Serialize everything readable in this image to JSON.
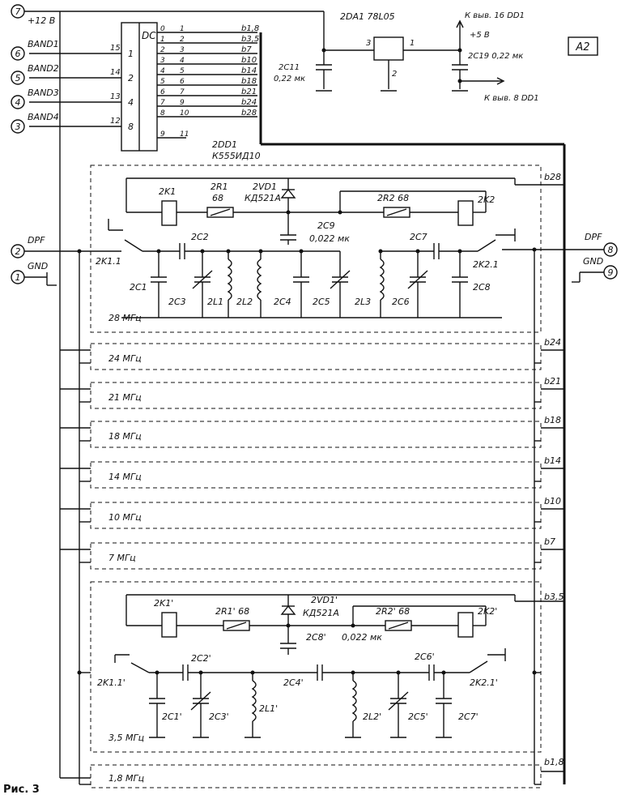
{
  "figure_label": "Рис. 3",
  "board_label": "A2",
  "connectors": [
    {
      "num": "7",
      "label": "+12 В"
    },
    {
      "num": "6",
      "label": "BAND1"
    },
    {
      "num": "5",
      "label": "BAND2"
    },
    {
      "num": "4",
      "label": "BAND3"
    },
    {
      "num": "3",
      "label": "BAND4"
    },
    {
      "num": "2",
      "label": "DPF"
    },
    {
      "num": "1",
      "label": "GND"
    },
    {
      "num": "8",
      "label": "DPF"
    },
    {
      "num": "9",
      "label": "GND"
    }
  ],
  "decoder": {
    "title": "DC",
    "name": "2DD1",
    "part": "К555ИД10",
    "in_pins": [
      "15",
      "14",
      "13",
      "12"
    ],
    "in_weights": [
      "1",
      "2",
      "4",
      "8"
    ],
    "out_idx": [
      "0",
      "1",
      "2",
      "3",
      "4",
      "5",
      "6",
      "7",
      "8",
      "9"
    ],
    "out_pins": [
      "1",
      "2",
      "3",
      "4",
      "5",
      "6",
      "7",
      "9",
      "10",
      "11"
    ],
    "nets": [
      "b1,8",
      "b3,5",
      "b7",
      "b10",
      "b14",
      "b18",
      "b21",
      "b24",
      "b28"
    ]
  },
  "regulator": {
    "name": "2DA1  78L05",
    "pin_in": "3",
    "pin_out": "1",
    "pin_gnd": "2",
    "c_in": "2C11",
    "c_in_val": "0,22 мк",
    "c_out": "2C19  0,22 мк",
    "note_top": "К выв. 16 DD1",
    "note_v": "+5 В",
    "note_bottom": "К выв. 8 DD1"
  },
  "filter28": {
    "freq": "28 МГц",
    "net": "b28",
    "k1": "2K1",
    "k2": "2K2",
    "r1": "2R1",
    "r1v": "68",
    "r2": "2R2  68",
    "vd": "2VD1",
    "vdp": "КД521А",
    "c9": "2C9",
    "c9v": "0,022 мк",
    "k11": "2K1.1",
    "k21": "2K2.1",
    "parts": [
      "2C1",
      "2C2",
      "2C3",
      "2L1",
      "2L2",
      "2C4",
      "2C5",
      "2L3",
      "2C6",
      "2C7",
      "2C8"
    ]
  },
  "bands": [
    {
      "freq": "24 МГц",
      "net": "b24"
    },
    {
      "freq": "21 МГц",
      "net": "b21"
    },
    {
      "freq": "18 МГц",
      "net": "b18"
    },
    {
      "freq": "14 МГц",
      "net": "b14"
    },
    {
      "freq": "10 МГц",
      "net": "b10"
    },
    {
      "freq": "7 МГц",
      "net": "b7"
    }
  ],
  "filter35": {
    "freq": "3,5 МГц",
    "net": "b3,5",
    "k1": "2K1'",
    "k2": "2K2'",
    "r1": "2R1'  68",
    "r2": "2R2'  68",
    "vd": "2VD1'",
    "vdp": "КД521А",
    "c8": "2C8'",
    "c8v": "0,022 мк",
    "k11": "2K1.1'",
    "k21": "2K2.1'",
    "parts": [
      "2C2'",
      "2C4'",
      "2C6'",
      "2C1'",
      "2C3'",
      "2L1'",
      "2L2'",
      "2C5'",
      "2C7'"
    ]
  },
  "band18": {
    "freq": "1,8 МГц",
    "net": "b1,8"
  }
}
